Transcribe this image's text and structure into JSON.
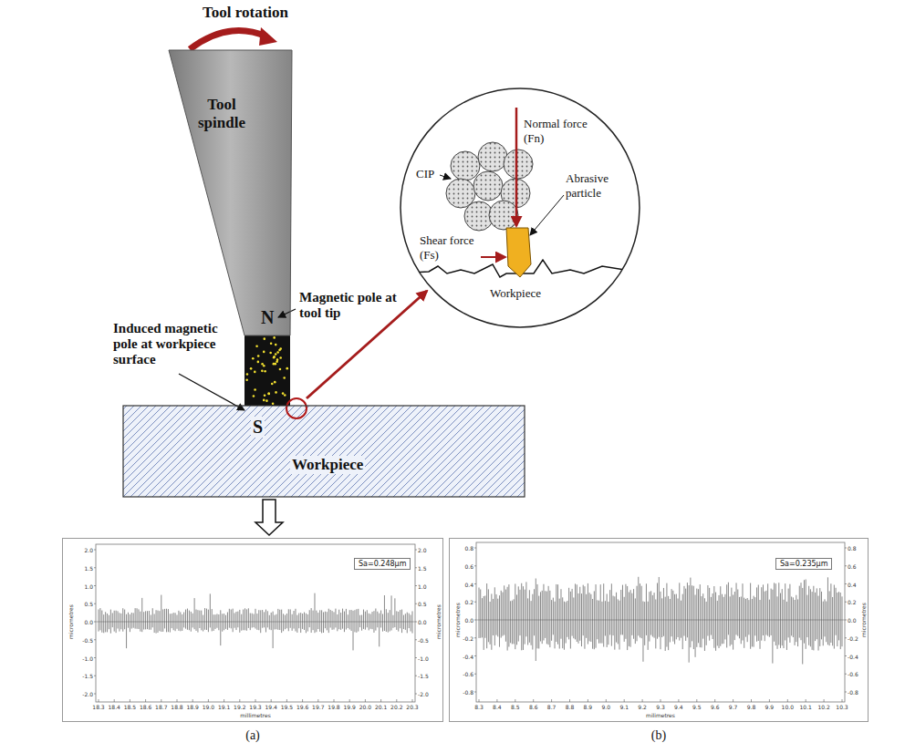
{
  "diagram": {
    "nodes": [
      {
        "text": [
          "Tool spindle",
          "N"
        ]
      },
      {
        "text": [
          "S",
          "Workpiece"
        ]
      },
      {
        "text": [
          "Normal force (Fn)",
          "CIP",
          "Abrasive particle",
          "Shear force (Fs)",
          "Workpiece"
        ]
      },
      {
        "text": [
          "(a)"
        ]
      },
      {
        "text": [
          "Sa=0.248μm"
        ],
        "in": 3
      },
      {
        "text": [
          "(b)"
        ]
      },
      {
        "text": [
          "Sa=0.235μm"
        ],
        "in": 5
      }
    ],
    "edges": [
      {
        "from": 1,
        "to": 3,
        "arrow": "to"
      }
    ],
    "labels": [
      "Tool rotation",
      "Induced magnetic pole at workpiece surface",
      "Magnetic pole at tool tip",
      "2.0",
      "1.5",
      "1.0",
      "0.5",
      "0.0",
      "-0.5",
      "-1.0",
      "-1.5",
      "-2.0",
      "2.0",
      "1.5",
      "1.0",
      "0.5",
      "0.0",
      "-0.5",
      "-1.0",
      "-1.5",
      "-2.0",
      "micrometres",
      "micrometres",
      "18.3",
      "18.4",
      "18.5",
      "18.6",
      "18.7",
      "18.8",
      "18.9",
      "19.0",
      "19.1",
      "19.2",
      "19.3",
      "19.4",
      "19.5",
      "19.6",
      "19.7",
      "19.8",
      "19.9",
      "20.0",
      "20.1",
      "20.2",
      "20.3",
      "millimetres",
      "0.8",
      "0.6",
      "0.4",
      "0.2",
      "0.0",
      "-0.2",
      "-0.4",
      "-0.6",
      "-0.8",
      "0.8",
      "0.6",
      "0.4",
      "0.2",
      "0.0",
      "-0.2",
      "-0.4",
      "-0.6",
      "-0.8",
      "micrometres",
      "micrometres",
      "8.3",
      "8.4",
      "8.5",
      "8.6",
      "8.7",
      "8.8",
      "8.9",
      "9.0",
      "9.1",
      "9.2",
      "9.3",
      "9.4",
      "9.5",
      "9.6",
      "9.7",
      "9.8",
      "9.9",
      "10.0",
      "10.1",
      "10.2",
      "10.3",
      "milimetres"
    ]
  }
}
